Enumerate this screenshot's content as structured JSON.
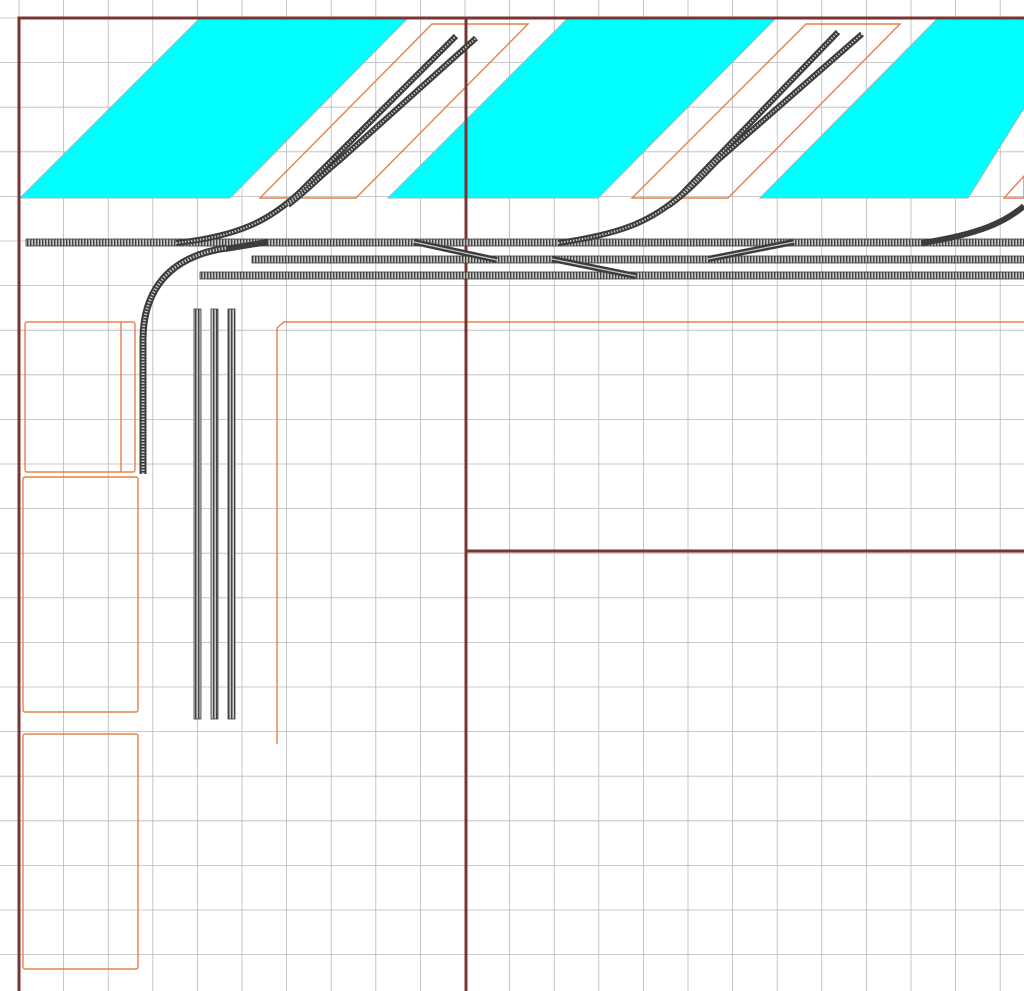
{
  "plan": {
    "type": "model-railway-track-plan",
    "grid": true,
    "colors": {
      "background": "#ffffff",
      "grid": "#b9b9b9",
      "wall": "#7a3434",
      "platform_fill": "#00ffff",
      "platform_edge": "#8fb8b8",
      "building_outline": "#e8804a",
      "rail": "#3c3c3c",
      "sleeper": "#9a9a9a"
    },
    "icons": {
      "track": "ladder-track-glyph",
      "turnout": "turnout-glyph",
      "platform": "parallelogram-fill",
      "building": "rectangle-outline"
    },
    "elements": {
      "platforms": 3,
      "rectangle_outlines": 6,
      "mainline_tracks": 3,
      "siding_ladders": 3,
      "diagonal_spurs": 4,
      "walls": 3
    }
  }
}
